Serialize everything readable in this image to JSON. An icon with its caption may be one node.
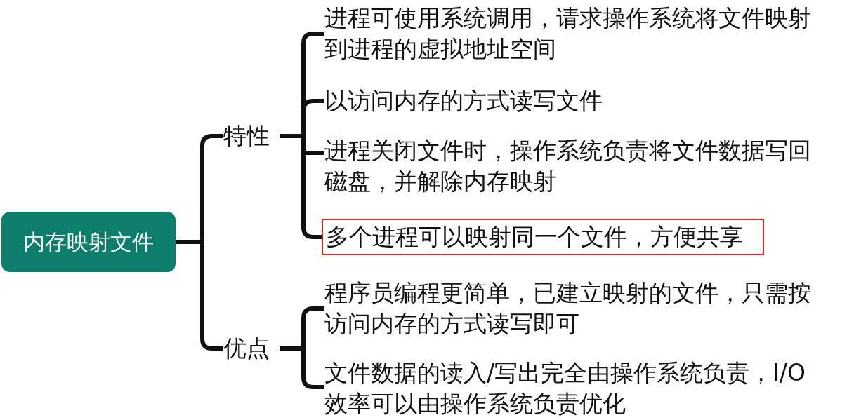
{
  "diagram": {
    "nodes": [
      {
        "text": [
          "内存映射文件"
        ]
      },
      {
        "text": [
          "特性"
        ]
      },
      {
        "text": [
          "优点"
        ]
      },
      {
        "text": [
          "进程可使用系统调用，请求操作系统将文件映射到进程的虚拟地址空间"
        ]
      },
      {
        "text": [
          "以访问内存的方式读写文件"
        ]
      },
      {
        "text": [
          "进程关闭文件时，操作系统负责将文件数据写回磁盘，并解除内存映射"
        ]
      },
      {
        "text": [
          "多个进程可以映射同一个文件，方便共享"
        ]
      },
      {
        "text": [
          "程序员编程更简单，已建立映射的文件，只需按访问内存的方式读写即可"
        ]
      },
      {
        "text": [
          "文件数据的读入/写出完全由操作系统负责，I/O效率可以由操作系统负责优化"
        ]
      }
    ],
    "edges": [
      {
        "from": 0,
        "to": 1,
        "arrow": "none"
      },
      {
        "from": 0,
        "to": 2,
        "arrow": "none"
      },
      {
        "from": 1,
        "to": 3,
        "arrow": "none"
      },
      {
        "from": 1,
        "to": 4,
        "arrow": "none"
      },
      {
        "from": 1,
        "to": 5,
        "arrow": "none"
      },
      {
        "from": 1,
        "to": 6,
        "arrow": "none"
      },
      {
        "from": 2,
        "to": 7,
        "arrow": "none"
      },
      {
        "from": 2,
        "to": 8,
        "arrow": "none"
      }
    ]
  }
}
